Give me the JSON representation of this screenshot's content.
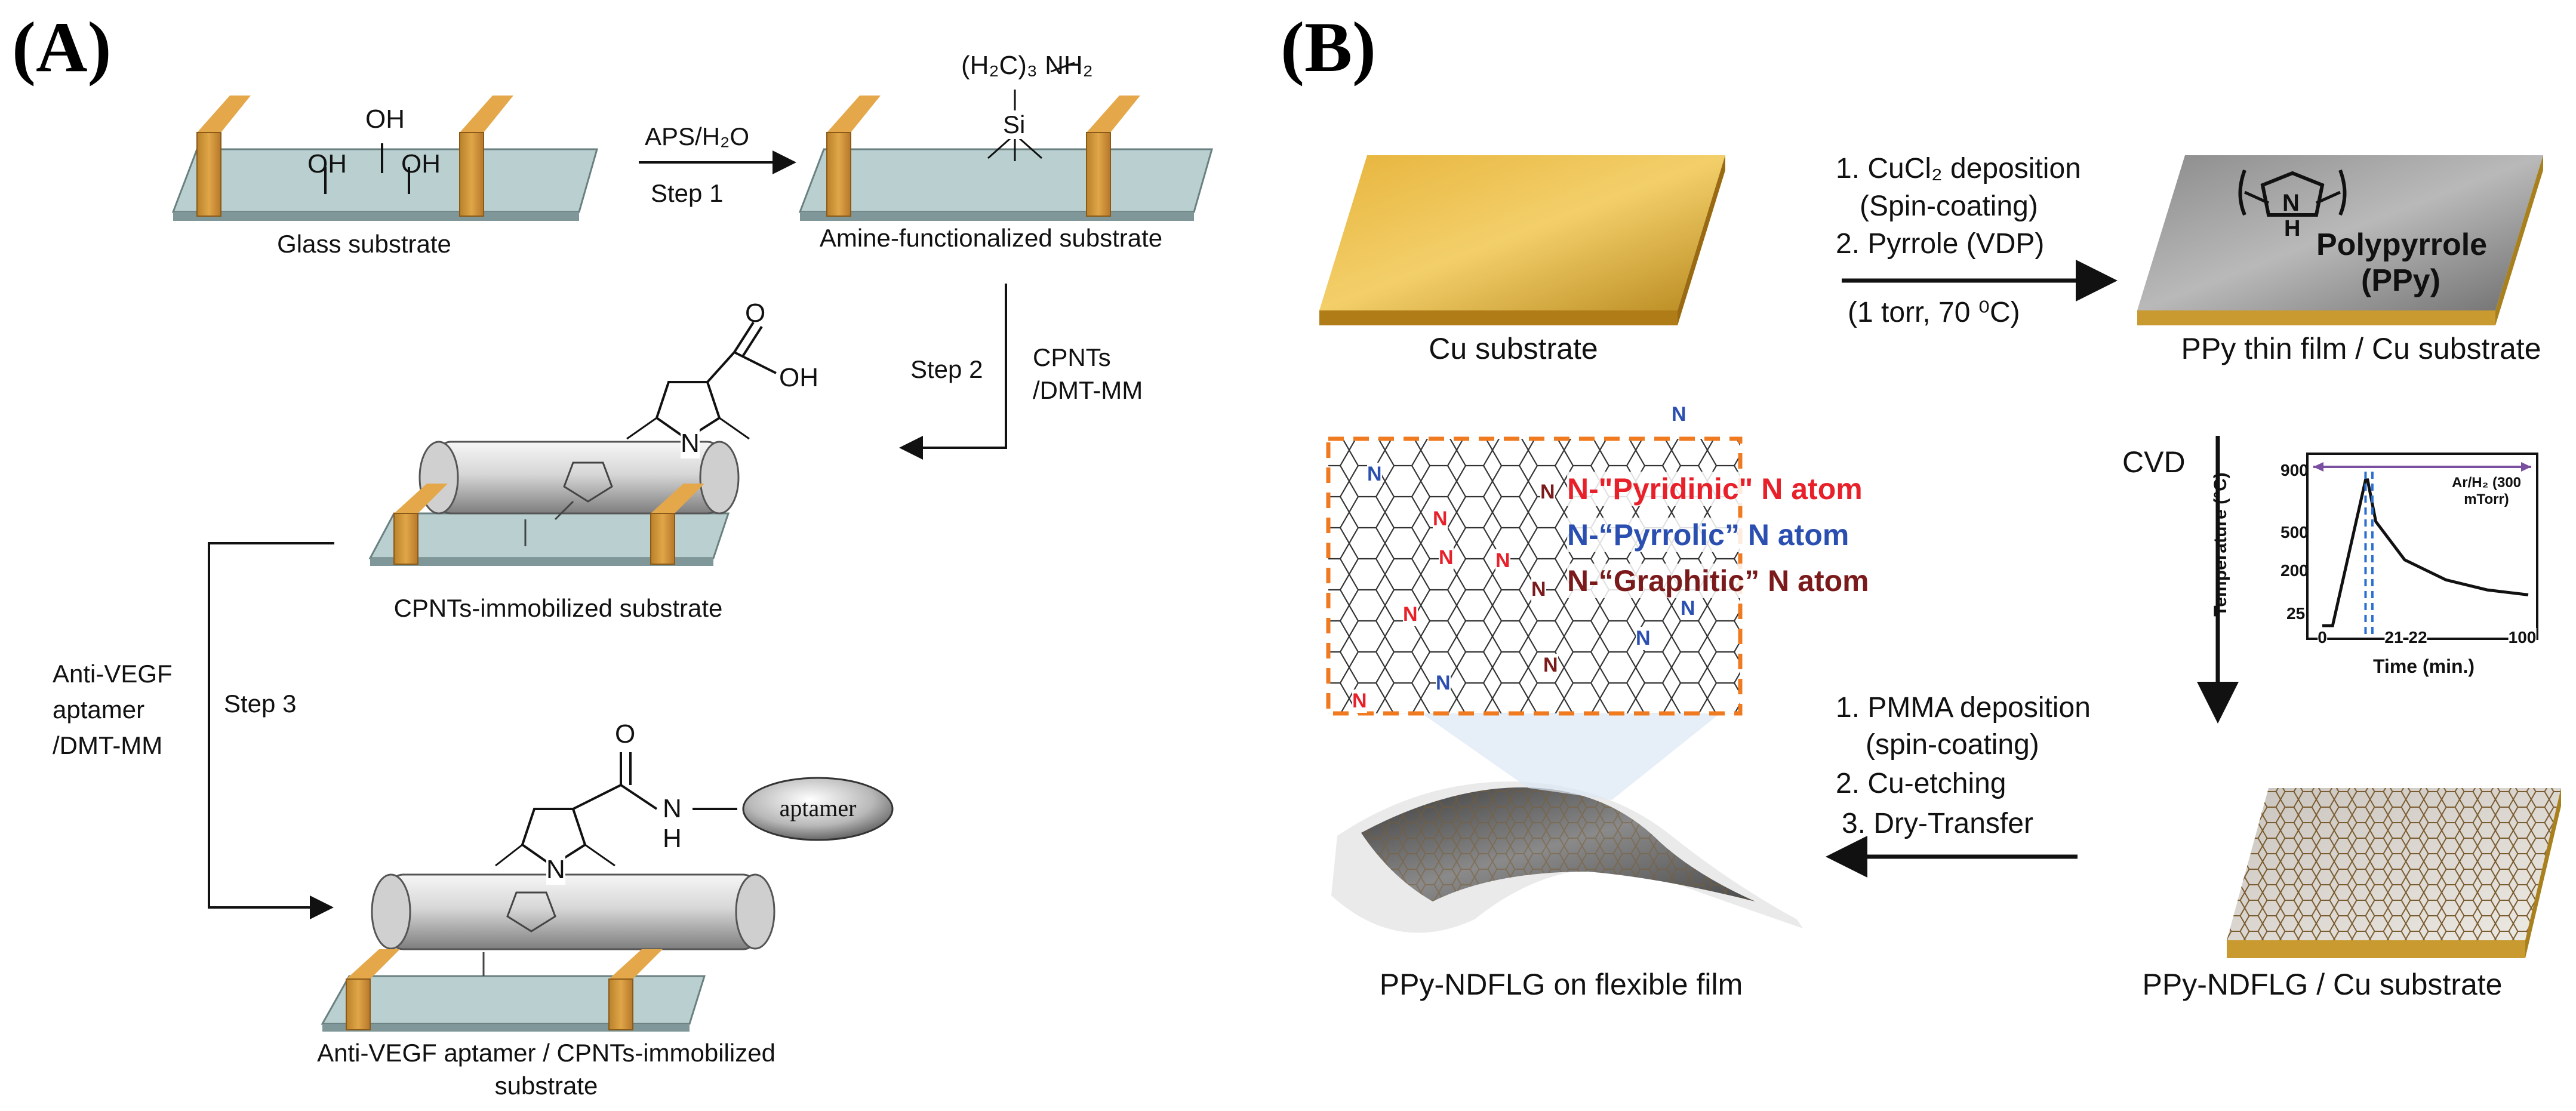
{
  "panel_a": {
    "letter": "(A)",
    "glass_oh_top": "OH",
    "glass_oh_left": "OH",
    "glass_oh_right": "OH",
    "glass_caption": "Glass substrate",
    "step1_reagent": "APS/H₂O",
    "step1_label": "Step 1",
    "amine_nh2": "(H₂C)₃  NH₂",
    "amine_si": "Si",
    "amine_caption": "Amine-functionalized substrate",
    "step2_label": "Step 2",
    "step2_reagent_1": "CPNTs",
    "step2_reagent_2": "/DMT-MM",
    "cooh_o": "O",
    "cooh_oh": "OH",
    "n_label": "N",
    "cpnt_caption": "CPNTs-immobilized substrate",
    "step3_reagent_1": "Anti-VEGF",
    "step3_reagent_2": "aptamer",
    "step3_reagent_3": "/DMT-MM",
    "step3_label": "Step 3",
    "amide_o": "O",
    "amide_n": "N",
    "amide_h": "H",
    "aptamer_label": "aptamer",
    "final_caption_1": "Anti-VEGF aptamer / CPNTs-immobilized",
    "final_caption_2": "substrate"
  },
  "panel_b": {
    "letter": "(B)",
    "cu_caption": "Cu substrate",
    "step_a_1": "1. CuCl₂  deposition",
    "step_a_2": "(Spin-coating)",
    "step_a_3": "2. Pyrrole (VDP)",
    "step_a_4": "(1 torr, 70 ⁰C)",
    "ppy_label_1": "Polypyrrole",
    "ppy_label_2": "(PPy)",
    "ppy_nh": "N",
    "ppy_h": "H",
    "ppy_caption": "PPy thin film / Cu substrate",
    "cvd_label": "CVD",
    "legend_pyridinic": "N-\"Pyridinic\" N atom",
    "legend_pyrrolic": "N-“Pyrrolic” N atom",
    "legend_graphitic": "N-“Graphitic” N atom",
    "step_b_1": "1. PMMA deposition",
    "step_b_2": "(spin-coating)",
    "step_b_3": "2. Cu-etching",
    "step_b_4": "3. Dry-Transfer",
    "flex_caption": "PPy-NDFLG on flexible film",
    "ndflg_caption": "PPy-NDFLG / Cu substrate",
    "colors": {
      "pyridinic": "#e8202a",
      "pyrrolic": "#2a4fb0",
      "graphitic": "#7a1a1a",
      "gold": "#d4a535",
      "dashed_frame": "#f07a20"
    }
  },
  "chart_data": {
    "type": "line",
    "title": "",
    "xlabel": "Time (min.)",
    "ylabel": "Temperature (°C)",
    "xticks": [
      "0",
      "21",
      "22",
      "100"
    ],
    "yticks": [
      "25",
      "200",
      "500",
      "900"
    ],
    "annotation": "Ar/H₂ (300 mTorr)",
    "xlim": [
      0,
      100
    ],
    "ylim": [
      0,
      950
    ],
    "series": [
      {
        "x": [
          0,
          5,
          21,
          22,
          26,
          40,
          60,
          80,
          100
        ],
        "y": [
          25,
          25,
          900,
          900,
          650,
          420,
          300,
          240,
          210
        ]
      }
    ]
  }
}
